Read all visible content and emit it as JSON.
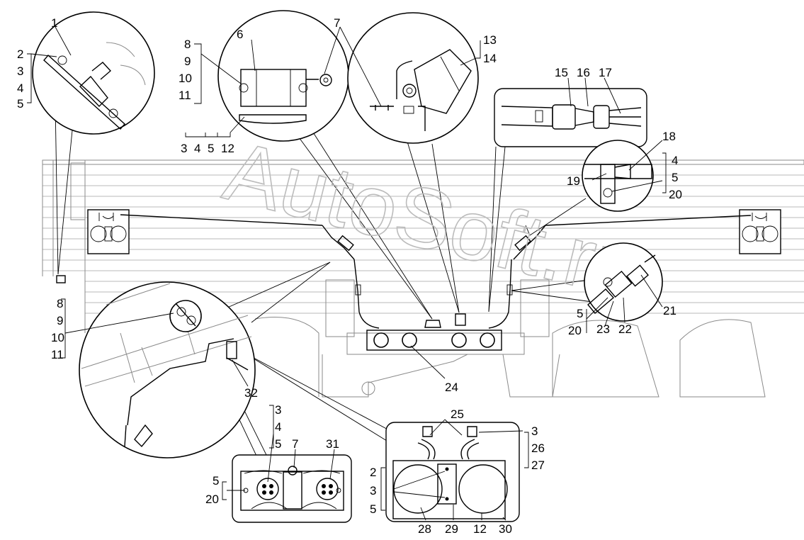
{
  "watermark": "AutoSoft.ru",
  "callouts": {
    "c1": "1",
    "c2a": "2",
    "c3a": "3",
    "c4a": "4",
    "c5a": "5",
    "c6": "6",
    "c7a": "7",
    "c8a": "8",
    "c9a": "9",
    "c10a": "10",
    "c11a": "11",
    "c3b": "3",
    "c4b": "4",
    "c5b": "5",
    "c12a": "12",
    "c13": "13",
    "c14": "14",
    "c15": "15",
    "c16": "16",
    "c17": "17",
    "c18": "18",
    "c19": "19",
    "c4c": "4",
    "c5c": "5",
    "c20a": "20",
    "c8b": "8",
    "c9b": "9",
    "c10b": "10",
    "c11b": "11",
    "c21": "21",
    "c22": "22",
    "c23": "23",
    "c5d": "5",
    "c20b": "20",
    "c24": "24",
    "c32": "32",
    "c3c": "3",
    "c4d": "4",
    "c5e": "5",
    "c7b": "7",
    "c31": "31",
    "c5f": "5",
    "c20c": "20",
    "c25": "25",
    "c3d": "3",
    "c26": "26",
    "c27": "27",
    "c2b": "2",
    "c3e": "3",
    "c5g": "5",
    "c28": "28",
    "c29": "29",
    "c12b": "12",
    "c30": "30"
  }
}
